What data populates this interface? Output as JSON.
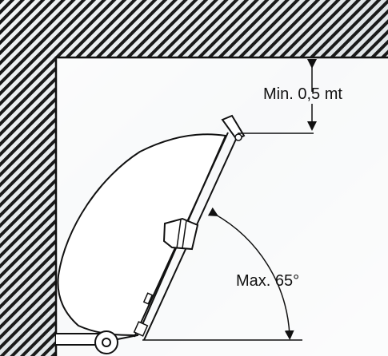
{
  "annotations": {
    "min_clearance": "Min. 0,5 mt",
    "max_angle": "Max. 65°"
  },
  "colors": {
    "background": "#e9ecee",
    "interior": "#ffffff",
    "hatch": "#1a1a1a",
    "line": "#111111"
  },
  "icons": [
    "wall-hatch-corner",
    "vehicle-canopy",
    "swing-arm",
    "mount-bracket",
    "pivot-wheel"
  ]
}
